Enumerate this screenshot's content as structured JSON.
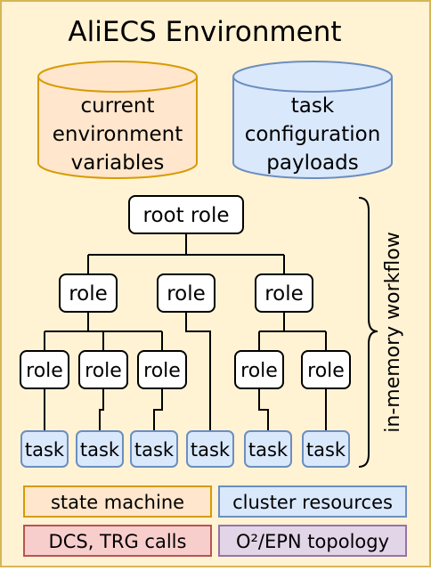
{
  "title": "AliECS Environment",
  "databases": {
    "env_vars": [
      "current",
      "environment",
      "variables"
    ],
    "task_config": [
      "task",
      "configuration",
      "payloads"
    ]
  },
  "tree": {
    "root": "root role",
    "role": "role",
    "task": "task"
  },
  "side_label": "in-memory workflow",
  "legend": {
    "state_machine": "state machine",
    "cluster_resources": "cluster resources",
    "dcs_trg": "DCS, TRG calls",
    "topology": "O²/EPN topology"
  },
  "colors": {
    "background": "#fff3d4",
    "frame": "#d6b656",
    "orange_fill": "#ffe6cc",
    "orange_stroke": "#d79b00",
    "blue_fill": "#dae8fc",
    "blue_stroke": "#6c8ebf",
    "red_fill": "#f8cecc",
    "red_stroke": "#b85450",
    "purple_fill": "#e1d5e7",
    "purple_stroke": "#9673a6"
  }
}
